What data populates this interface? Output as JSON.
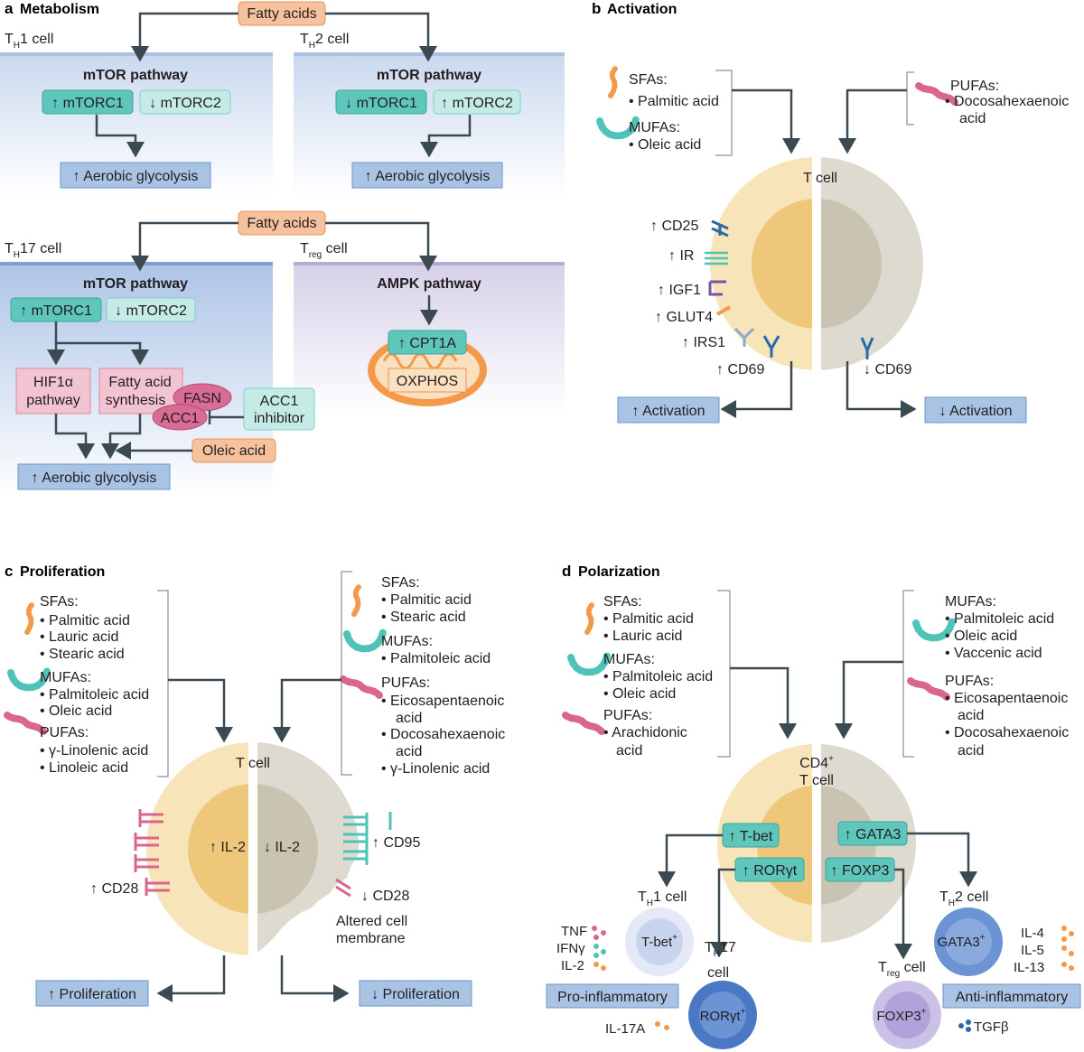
{
  "panel_a": {
    "letter": "a",
    "title": "Metabolism",
    "fatty_acids": "Fatty acids",
    "th1_cell": "T",
    "th1_sub": "H",
    "th1_suffix": "1 cell",
    "th2_cell": "T",
    "th2_sub": "H",
    "th2_suffix": "2 cell",
    "th17_cell": "T",
    "th17_sub": "H",
    "th17_suffix": "17 cell",
    "treg_cell": "T",
    "treg_sub": "reg",
    "treg_suffix": " cell",
    "mtor_pathway": "mTOR pathway",
    "ampk_pathway": "AMPK pathway",
    "up_mtorc1": "↑ mTORC1",
    "down_mtorc2": "↓ mTORC2",
    "down_mtorc1": "↓ mTORC1",
    "up_mtorc2": "↑ mTORC2",
    "up_aerobic": "↑ Aerobic glycolysis",
    "hif1a_l1": "HIF1α",
    "hif1a_l2": "pathway",
    "fas_l1": "Fatty acid",
    "fas_l2": "synthesis",
    "fasn": "FASN",
    "acc1": "ACC1",
    "acc1_inh_l1": "ACC1",
    "acc1_inh_l2": "inhibitor",
    "oleic_acid": "Oleic acid",
    "up_cpt1a": "↑ CPT1A",
    "oxphos": "OXPHOS"
  },
  "panel_b": {
    "letter": "b",
    "title": "Activation",
    "sfas": "SFAs:",
    "sfa1": "• Palmitic acid",
    "mufas": "MUFAs:",
    "mufa1": "• Oleic acid",
    "pufas": "PUFAs:",
    "pufa1": "• Docosahexaenoic",
    "pufa1b": "acid",
    "t_cell": "T cell",
    "cd25": "↑ CD25",
    "ir": "↑ IR",
    "igf1": "↑ IGF1",
    "glut4": "↑ GLUT4",
    "irs1": "↑ IRS1",
    "up_cd69": "↑ CD69",
    "down_cd69": "↓ CD69",
    "up_activation": "↑ Activation",
    "down_activation": "↓ Activation"
  },
  "panel_c": {
    "letter": "c",
    "title": "Proliferation",
    "left_sfas": "SFAs:",
    "left_sfa1": "• Palmitic acid",
    "left_sfa2": "• Lauric acid",
    "left_sfa3": "• Stearic acid",
    "left_mufas": "MUFAs:",
    "left_mufa1": "• Palmitoleic acid",
    "left_mufa2": "• Oleic acid",
    "left_pufas": "PUFAs:",
    "left_pufa1": "• γ-Linolenic acid",
    "left_pufa2": "• Linoleic acid",
    "right_sfas": "SFAs:",
    "right_sfa1": "• Palmitic acid",
    "right_sfa2": "• Stearic acid",
    "right_mufas": "MUFAs:",
    "right_mufa1": "• Palmitoleic acid",
    "right_pufas": "PUFAs:",
    "right_pufa1": "• Eicosapentaenoic",
    "right_pufa1b": "acid",
    "right_pufa2": "• Docosahexaenoic",
    "right_pufa2b": "acid",
    "right_pufa3": "• γ-Linolenic acid",
    "t_cell": "T cell",
    "up_il2": "↑ IL-2",
    "down_il2": "↓ IL-2",
    "up_cd28": "↑ CD28",
    "up_cd95": "↑ CD95",
    "down_cd28": "↓ CD28",
    "altered_l1": "Altered cell",
    "altered_l2": "membrane",
    "up_prolif": "↑ Proliferation",
    "down_prolif": "↓ Proliferation"
  },
  "panel_d": {
    "letter": "d",
    "title": "Polarization",
    "left_sfas": "SFAs:",
    "left_sfa1": "• Palmitic acid",
    "left_sfa2": "• Lauric acid",
    "left_mufas": "MUFAs:",
    "left_mufa1": "• Palmitoleic acid",
    "left_mufa2": "• Oleic acid",
    "left_pufas": "PUFAs:",
    "left_pufa1": "• Arachidonic",
    "left_pufa1b": "acid",
    "right_mufas": "MUFAs:",
    "right_mufa1": "• Palmitoleic acid",
    "right_mufa2": "• Oleic acid",
    "right_mufa3": "• Vaccenic acid",
    "right_pufas": "PUFAs:",
    "right_pufa1": "• Eicosapentaenoic",
    "right_pufa1b": "acid",
    "right_pufa2": "• Docosahexaenoic",
    "right_pufa2b": "acid",
    "cd4": "CD4",
    "cd4_sup": "+",
    "t_cell": "T cell",
    "up_tbet": "↑ T-bet",
    "up_gata3": "↑ GATA3",
    "up_rorgt": "↑ RORγt",
    "up_foxp3": "↑ FOXP3",
    "th1": "T",
    "th1_sub": "H",
    "th1_suffix": "1 cell",
    "th2": "T",
    "th2_sub": "H",
    "th2_suffix": "2 cell",
    "th17": "T",
    "th17_sub": "H",
    "th17_suffix": "17",
    "th17_cell": "cell",
    "treg": "T",
    "treg_sub": "reg",
    "treg_suffix": " cell",
    "tbet_plus": "T-bet",
    "gata3_plus": "GATA3",
    "rorgt_plus": "RORγt",
    "foxp3_plus": "FOXP3",
    "plus": "+",
    "tnf": "TNF",
    "ifng": "IFNγ",
    "il2": "IL-2",
    "il4": "IL-4",
    "il5": "IL-5",
    "il13": "IL-13",
    "il17a": "IL-17A",
    "tgfb": "TGFβ",
    "pro_inflam": "Pro-inflammatory",
    "anti_inflam": "Anti-inflammatory"
  },
  "colors": {
    "dark": "#3b4a52",
    "teal": "#8fd3cc",
    "teal_dark": "#4bb8ae",
    "blue_box": "#a9c3e4",
    "orange_box": "#f6c29e",
    "pink_box": "#f2c4d2",
    "fa_orange": "#f39a4a",
    "fa_teal": "#4fc3b8",
    "fa_pink": "#d9668f"
  }
}
